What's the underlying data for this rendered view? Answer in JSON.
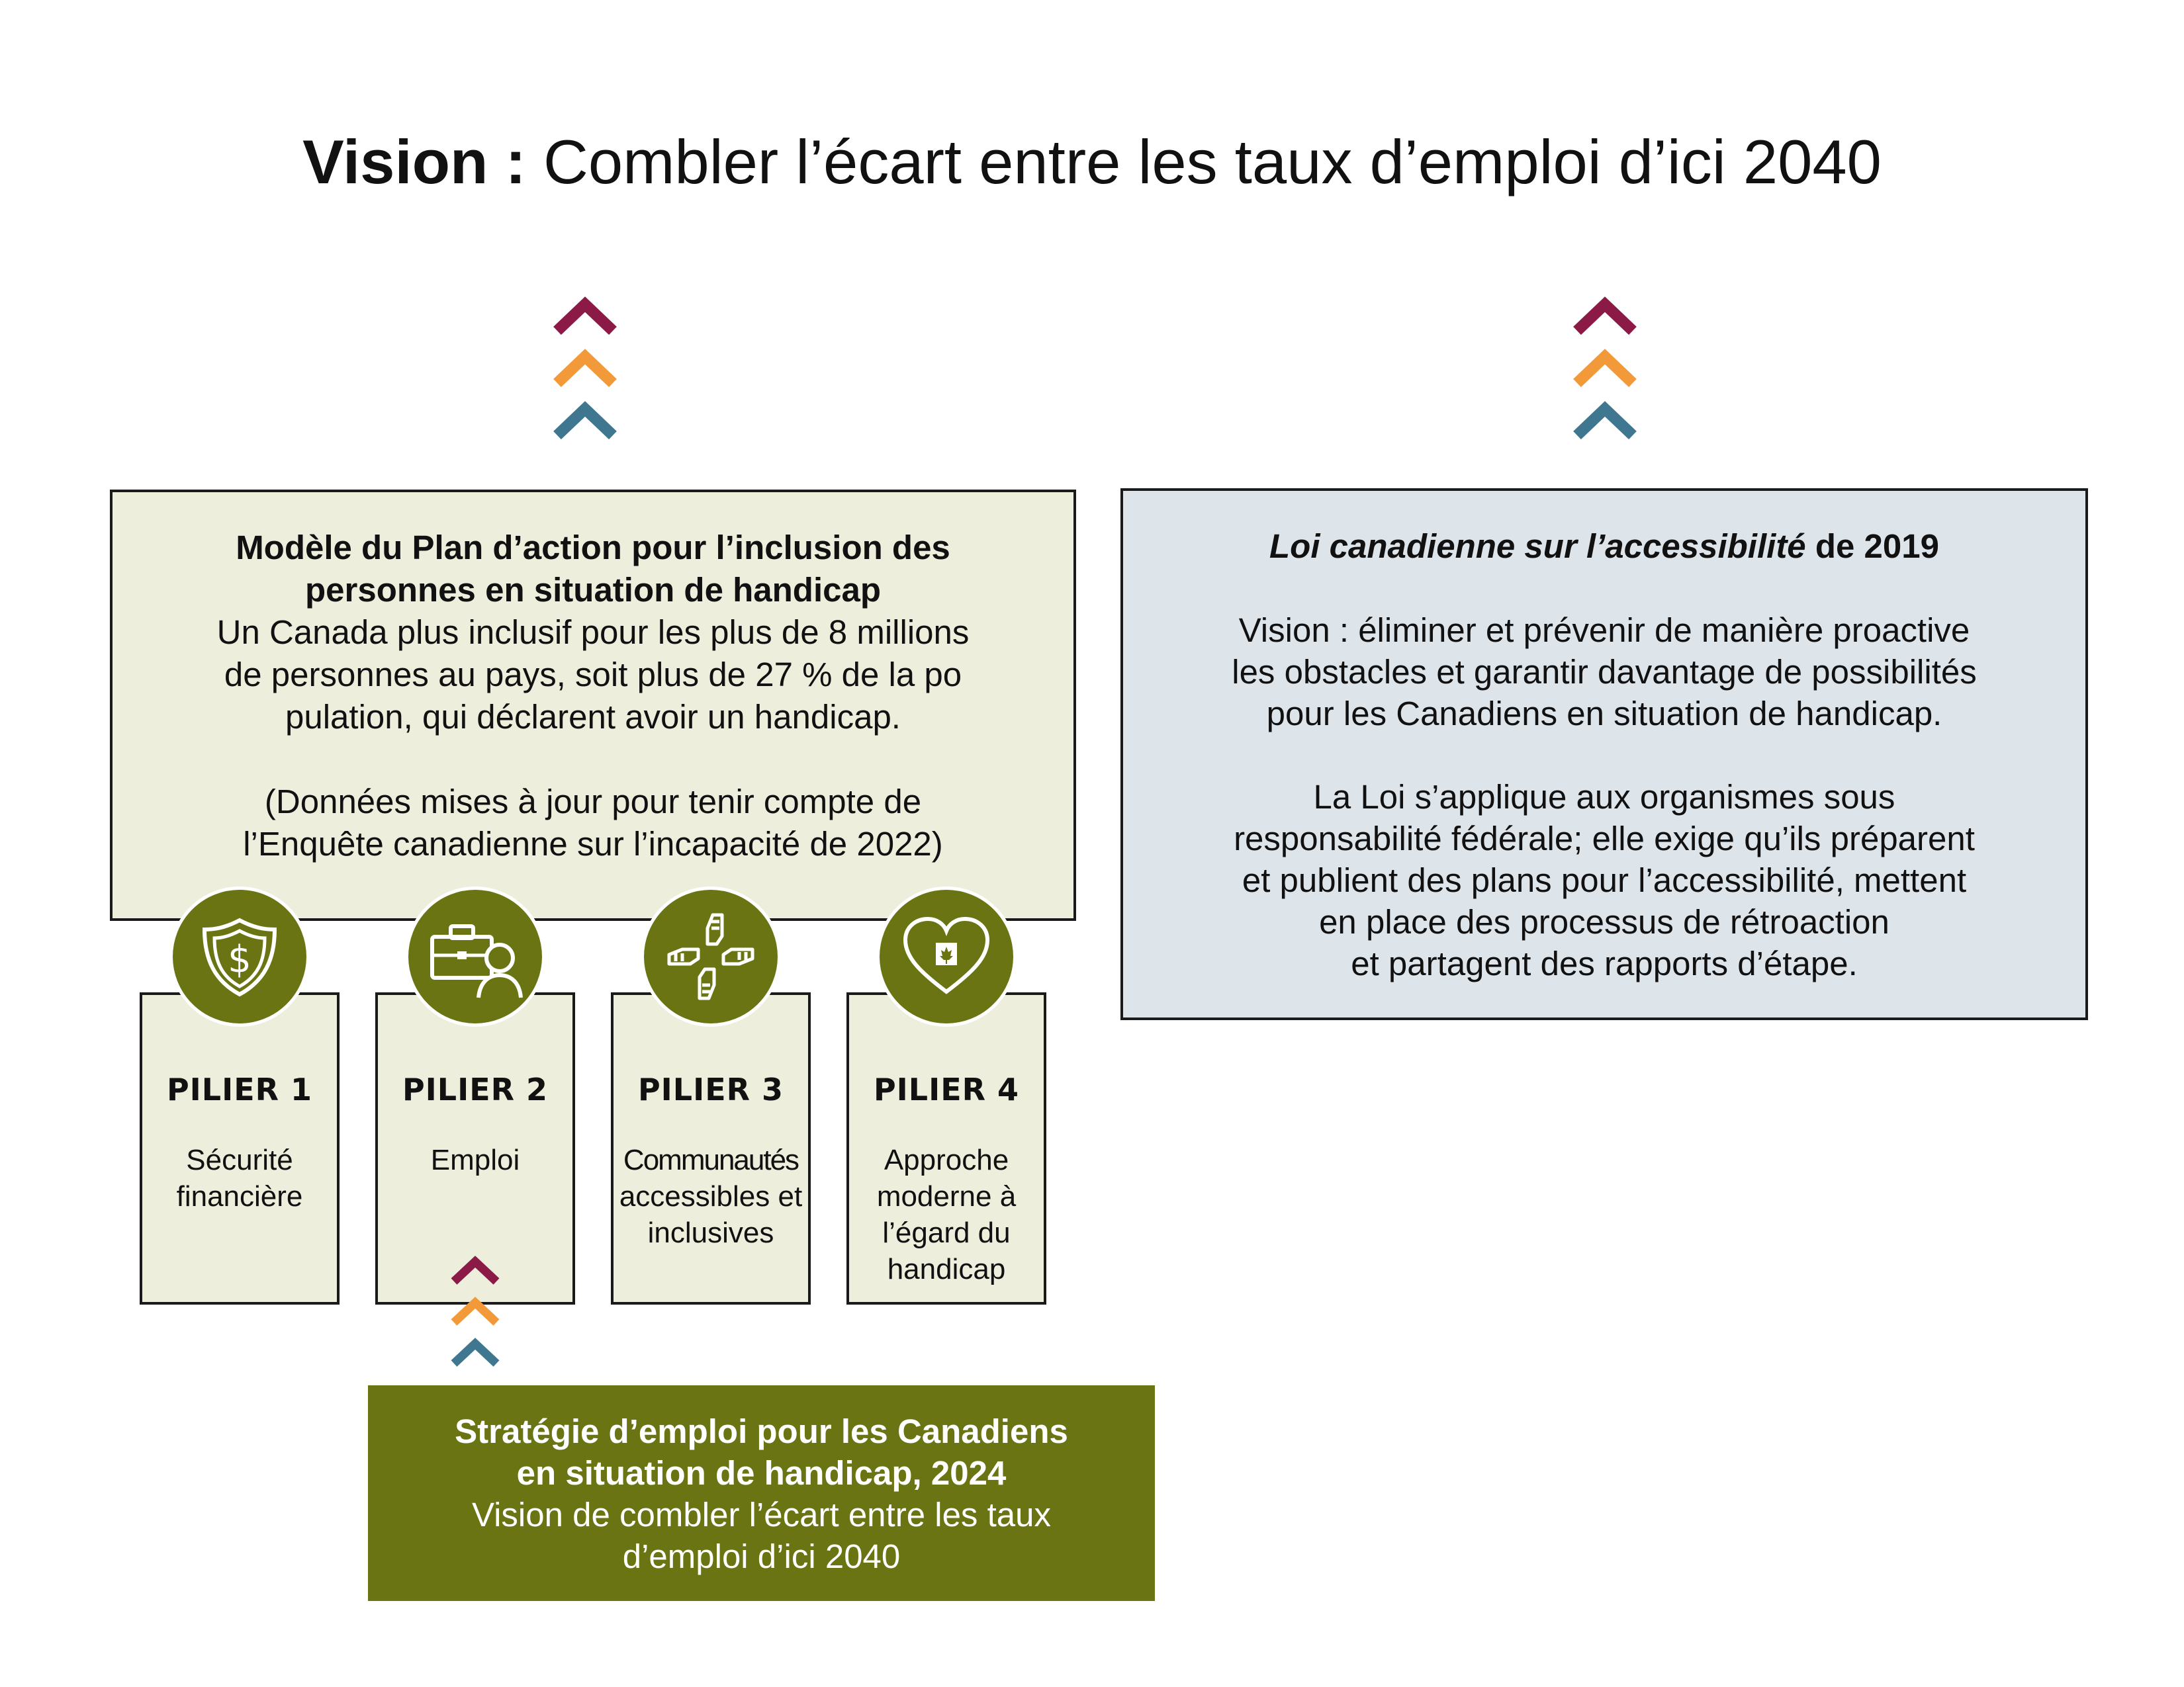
{
  "title": {
    "bold": "Vision :",
    "rest": "Combler l’écart entre les taux d’emploi d’ici 2040"
  },
  "colors": {
    "chevron_top": "#8b1a47",
    "chevron_mid": "#f29a3a",
    "chevron_bottom": "#3f7791",
    "olive": "#6b7413",
    "plan_bg": "#eeeedd",
    "loi_bg": "#dde4ea"
  },
  "plan": {
    "heading_lines": [
      "Modèle du Plan d’action pour l’inclusion des",
      "personnes en situation de handicap"
    ],
    "body_lines": [
      "Un Canada plus inclusif pour les plus de 8 millions",
      "de personnes au pays, soit plus de 27 % de la po",
      "pulation, qui déclarent avoir un handicap."
    ],
    "note_lines": [
      "(Données mises à jour pour tenir compte de",
      "l’Enquête canadienne sur l’incapacité de 2022)"
    ]
  },
  "loi": {
    "heading_italic": "Loi canadienne sur l’accessibilité",
    "heading_rest": " de 2019",
    "para1_lines": [
      "Vision : éliminer et prévenir de manière proactive",
      "les obstacles et garantir davantage de possibilités",
      "pour les Canadiens en situation de handicap."
    ],
    "para2_lines": [
      "La Loi s’applique aux organismes sous",
      "responsabilité fédérale; elle exige qu’ils préparent",
      "et publient des plans pour l’accessibilité, mettent",
      "en place des processus de rétroaction",
      "et partagent des rapports d’étape."
    ]
  },
  "pillars": [
    {
      "name": "PILIER 1",
      "desc_lines": [
        "Sécurité",
        "financière"
      ],
      "icon": "shield-dollar-icon"
    },
    {
      "name": "PILIER 2",
      "desc_lines": [
        "Emploi"
      ],
      "icon": "briefcase-person-icon"
    },
    {
      "name": "PILIER 3",
      "desc_lines": [
        "Communautés",
        "accessibles et",
        "inclusives"
      ],
      "icon": "helping-hands-icon"
    },
    {
      "name": "PILIER 4",
      "desc_lines": [
        "Approche",
        "moderne à",
        "l’égard du",
        "handicap"
      ],
      "icon": "heart-flag-icon"
    }
  ],
  "strategy": {
    "heading_lines": [
      "Stratégie d’emploi pour les Canadiens",
      "en situation de handicap, 2024"
    ],
    "body_lines": [
      "Vision de combler l’écart entre les taux",
      "d’emploi d’ici 2040"
    ]
  }
}
